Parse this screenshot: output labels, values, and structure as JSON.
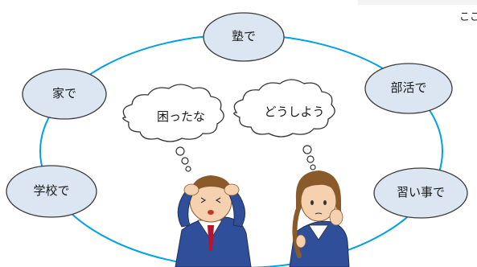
{
  "corner_text": "ここ",
  "places": {
    "juku": "塾で",
    "ie": "家で",
    "bukatsu": "部活で",
    "gakko": "学校で",
    "naraigoto": "習い事で"
  },
  "thoughts": {
    "boy": "困ったな",
    "girl": "どうしよう"
  },
  "colors": {
    "ellipse_stroke": "#00a0e9",
    "node_fill": "#dbe6f2",
    "node_stroke": "#3a3a3a",
    "jacket": "#2f4f9a",
    "hair": "#8a5a2b"
  }
}
